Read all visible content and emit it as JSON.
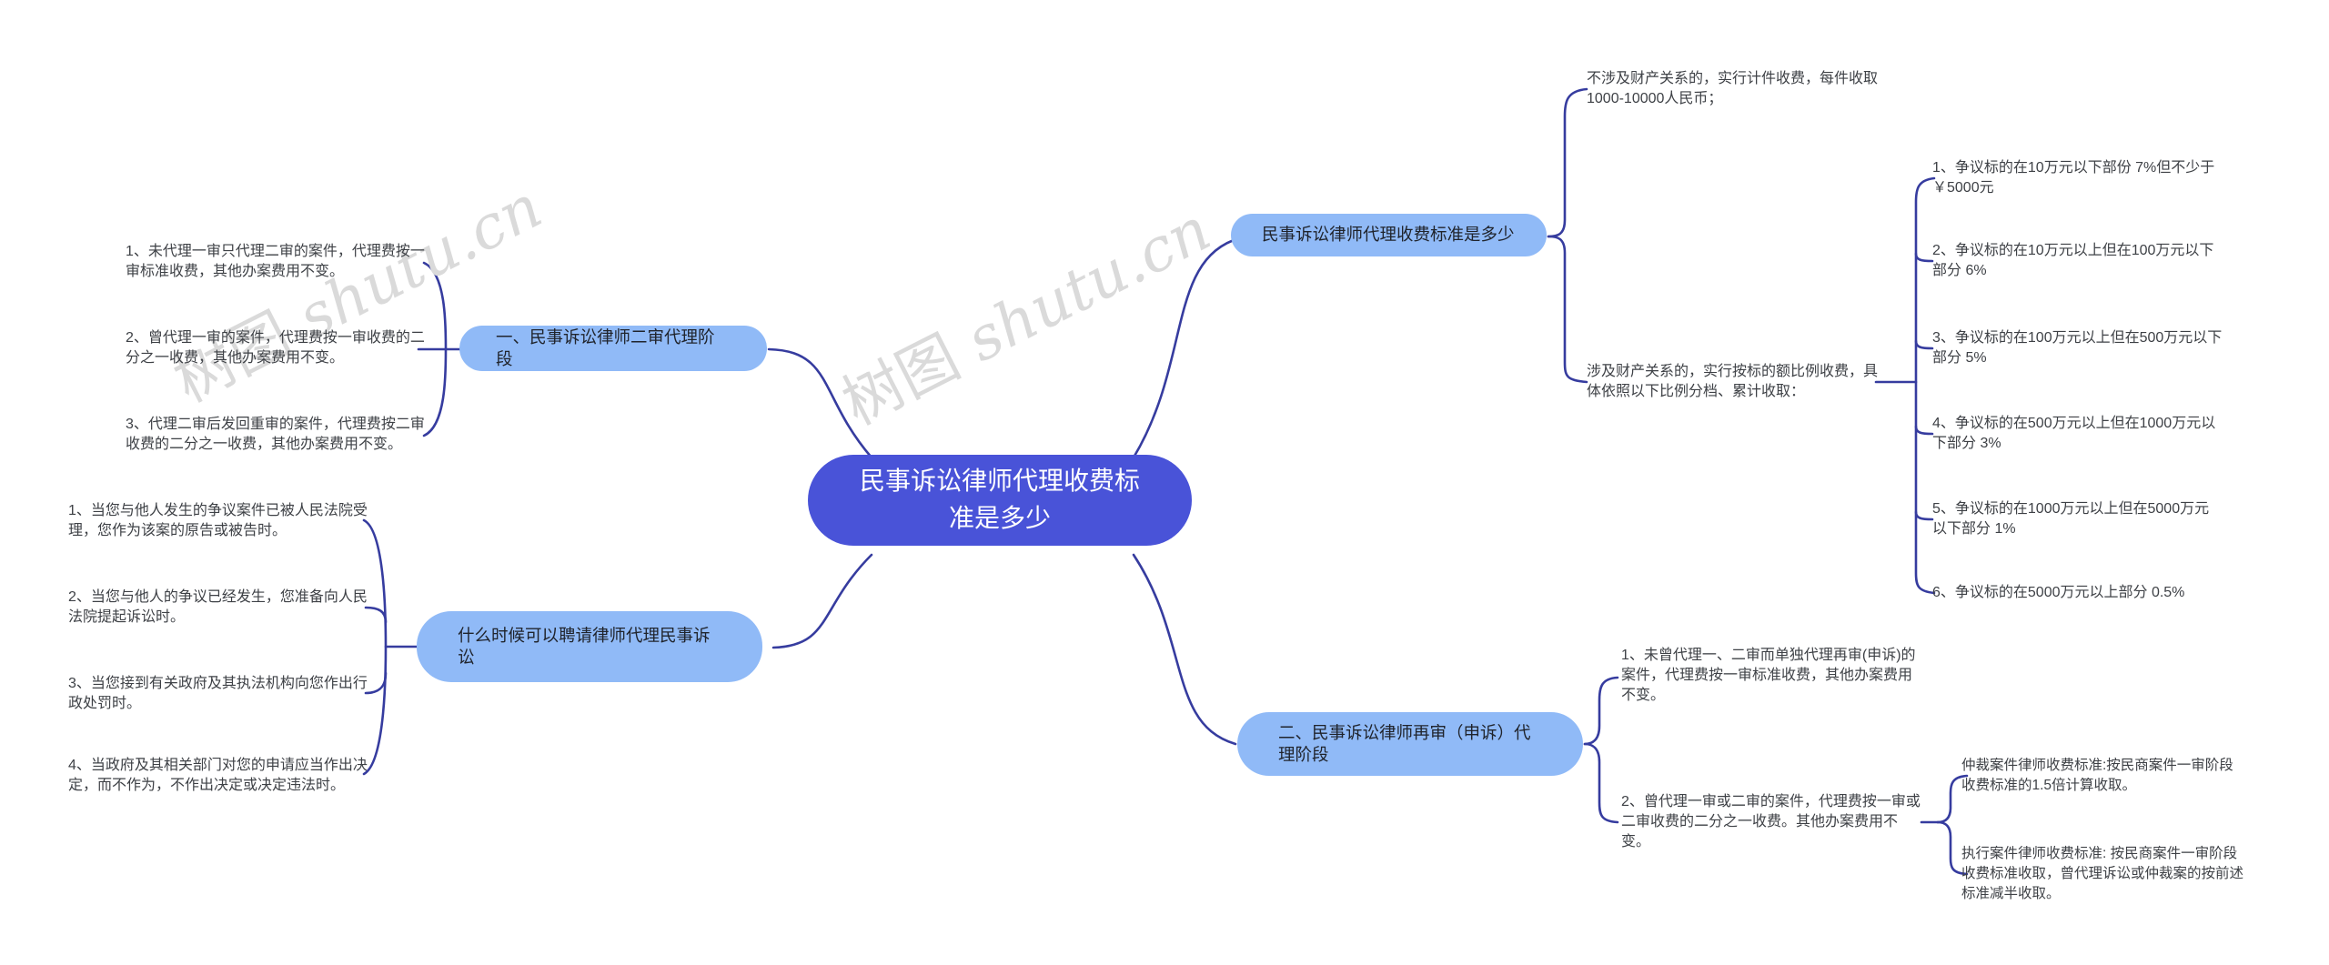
{
  "watermarks": [
    {
      "cn": "树图",
      "latin": " shutu.cn"
    },
    {
      "cn": "树图",
      "latin": " shutu.cn"
    }
  ],
  "root": {
    "label": "民事诉讼律师代理收费标准是多少"
  },
  "left_top": {
    "label": "一、民事诉讼律师二审代理阶段",
    "items": [
      "1、未代理一审只代理二审的案件，代理费按一审标准收费，其他办案费用不变。",
      "2、曾代理一审的案件，代理费按一审收费的二分之一收费，其他办案费用不变。",
      "3、代理二审后发回重审的案件，代理费按二审收费的二分之一收费，其他办案费用不变。"
    ]
  },
  "left_bottom": {
    "label": "什么时候可以聘请律师代理民事诉讼",
    "items": [
      "1、当您与他人发生的争议案件已被人民法院受理，您作为该案的原告或被告时。",
      "2、当您与他人的争议已经发生，您准备向人民法院提起诉讼时。",
      "3、当您接到有关政府及其执法机构向您作出行政处罚时。",
      "4、当政府及其相关部门对您的申请应当作出决定，而不作为，不作出决定或决定违法时。"
    ]
  },
  "right_top": {
    "label": "民事诉讼律师代理收费标准是多少",
    "non_property_fee": "不涉及财产关系的，实行计件收费，每件收取1000-10000人民币；",
    "property_fee": "涉及财产关系的，实行按标的额比例收费，具体依照以下比例分档、累计收取：",
    "tiers": [
      "1、争议标的在10万元以下部份 7%但不少于￥5000元",
      "2、争议标的在10万元以上但在100万元以下部分 6%",
      "3、争议标的在100万元以上但在500万元以下部分 5%",
      "4、争议标的在500万元以上但在1000万元以下部分 3%",
      "5、争议标的在1000万元以上但在5000万元以下部分 1%",
      "6、争议标的在5000万元以上部分 0.5%"
    ]
  },
  "right_bottom": {
    "label": "二、民事诉讼律师再审（申诉）代理阶段",
    "items": [
      "1、未曾代理一、二审而单独代理再审(申诉)的案件，代理费按一审标准收费，其他办案费用不变。",
      "2、曾代理一审或二审的案件，代理费按一审或二审收费的二分之一收费。其他办案费用不变。"
    ],
    "sub_items": [
      "仲裁案件律师收费标准:按民商案件一审阶段收费标准的1.5倍计算收取。",
      "执行案件律师收费标准: 按民商案件一审阶段收费标准收取，曾代理诉讼或仲裁案的按前述标准减半收取。"
    ]
  },
  "colors": {
    "root_fill": "#4953d8",
    "root_text": "#ffffff",
    "node_fill": "#90baf7",
    "node_text": "#20242c",
    "connector": "#363c9f",
    "leaf_text": "#3e4146",
    "watermark": "#dadada",
    "background": "#ffffff"
  }
}
